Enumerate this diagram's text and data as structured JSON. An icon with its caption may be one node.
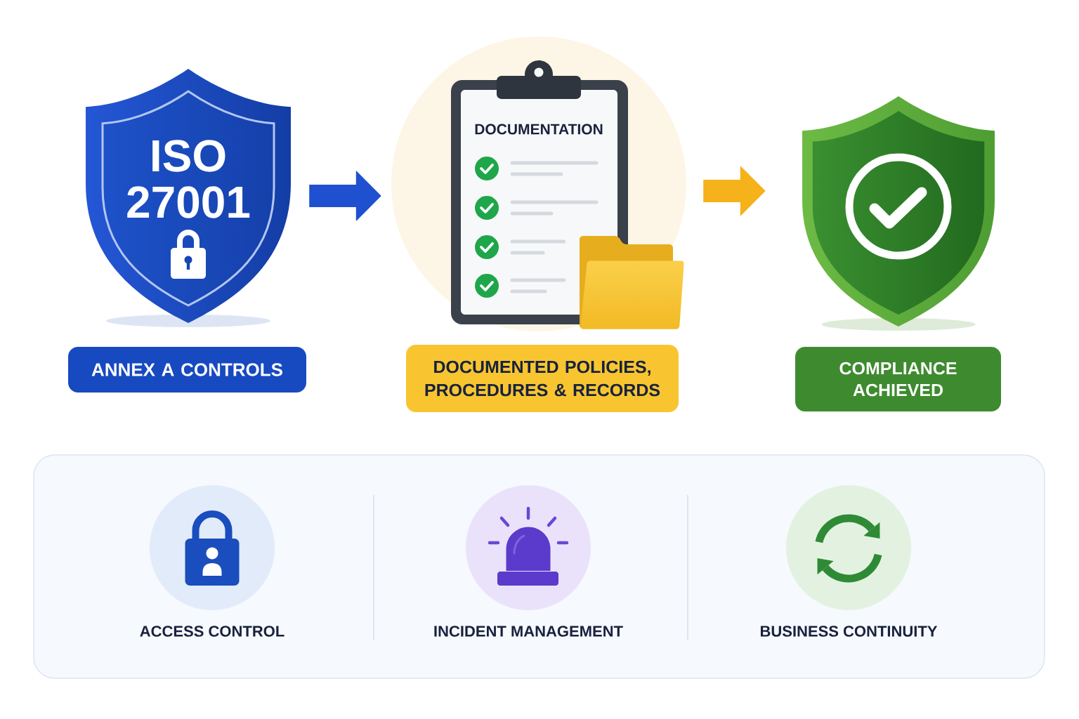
{
  "diagram": {
    "nodes": [
      {
        "text": [
          "ISO 27001"
        ]
      },
      {
        "text": [
          "ANNEX A CONTROLS"
        ]
      },
      {
        "text": [
          "DOCUMENTATION"
        ]
      },
      {
        "text": [
          "DOCUMENTED POLICIES, PROCEDURES & RECORDS"
        ]
      },
      {
        "text": [],
        "shape": "shield"
      },
      {
        "text": [
          "COMPLIANCE ACHIEVED"
        ]
      },
      {
        "text": [],
        "shape": "box"
      },
      {
        "text": [
          "ACCESS CONTROL"
        ],
        "in": 6
      },
      {
        "text": [
          "INCIDENT MANAGEMENT"
        ],
        "in": 6
      },
      {
        "text": [
          "BUSINESS CONTINUITY"
        ],
        "in": 6
      }
    ],
    "edges": [
      {
        "from": 0,
        "to": 2,
        "arrow": "to",
        "color": "#1e50d0"
      },
      {
        "from": 2,
        "to": 4,
        "arrow": "to",
        "color": "#f5b21b"
      }
    ]
  }
}
